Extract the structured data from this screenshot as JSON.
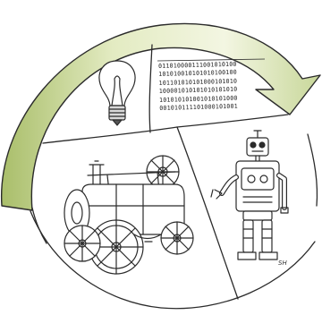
{
  "binary_lines": [
    "011010000111001010100",
    "101010010101010100100",
    "101101010101000101010",
    "100001010101010101010",
    "101010101001010101000",
    "001010111101000101001"
  ],
  "signature": "SH",
  "colors": {
    "arrow_light": "#eef3d6",
    "arrow_dark": "#a9be6a",
    "ink": "#2b2b2b"
  }
}
